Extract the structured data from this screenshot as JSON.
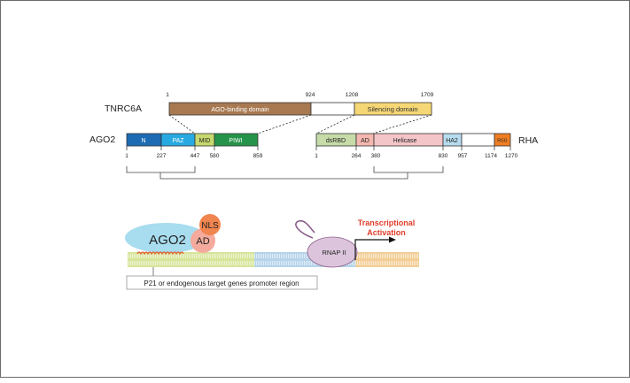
{
  "tnrc6a": {
    "label": "TNRC6A",
    "positions": [
      "1",
      "924",
      "1208",
      "1709"
    ],
    "domains": {
      "ago_binding": "AGO-binding domain",
      "silencing": "Silencing domain"
    }
  },
  "ago2": {
    "label": "AGO2",
    "domains": [
      "N",
      "PAZ",
      "MID",
      "PIWI"
    ],
    "positions": [
      "1",
      "227",
      "447",
      "580",
      "859"
    ]
  },
  "rha": {
    "label": "RHA",
    "domains": [
      "dsRBD",
      "AD",
      "Helicase",
      "HA2",
      "RGG"
    ],
    "positions": [
      "1",
      "264",
      "380",
      "830",
      "957",
      "1174",
      "1270"
    ]
  },
  "lower": {
    "ago2_label": "AGO2",
    "ad_label": "AD",
    "nls_label": "NLS",
    "rnap_label": "RNAP II",
    "transcription_label": [
      "Transcriptional",
      "Activation"
    ],
    "promoter_label": "P21 or endogenous target genes promoter region"
  },
  "colors": {
    "ago_binding": "#a87951",
    "silencing": "#f6d775",
    "n": "#1d6bb3",
    "paz": "#29a9e1",
    "mid": "#c6d86e",
    "piwi": "#25944a",
    "dsrbd": "#c6dba8",
    "ad": "#f4b8b0",
    "helicase": "#f4c5c8",
    "ha2": "#b7dcef",
    "rgg": "#ef7e22",
    "ago2_ellipse": "#a8dcef",
    "ad_circle": "#f4aa9c",
    "nls_circle": "#f1854f",
    "rnap": "#dcc5dc",
    "rnap_stroke": "#8a5e8a",
    "transcription_text": "#e23b2a"
  }
}
